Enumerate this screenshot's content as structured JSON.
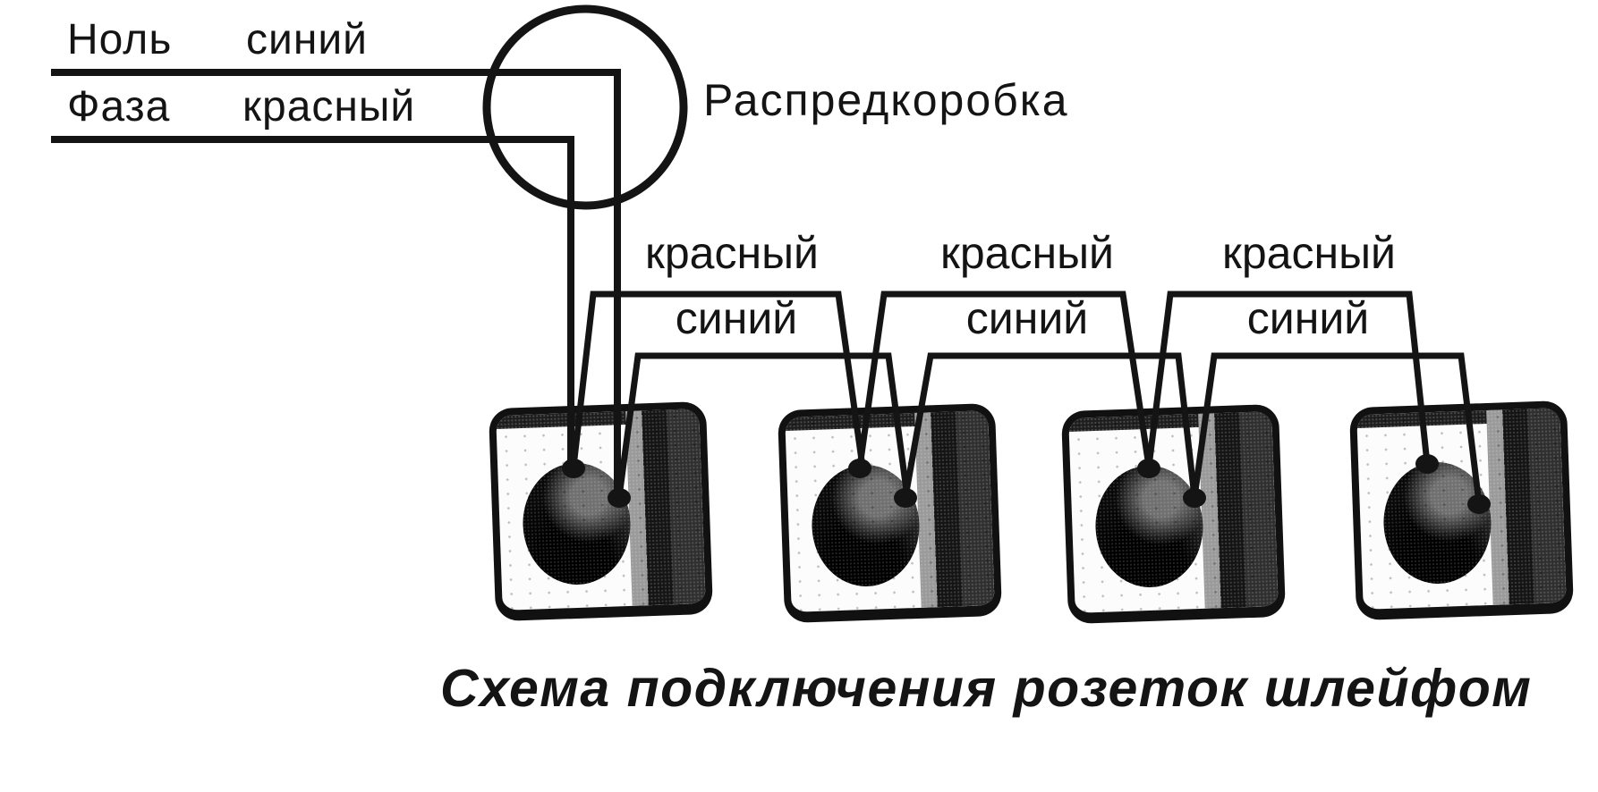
{
  "caption": "Схема подключения розеток шлейфом",
  "legend": {
    "neutral_name": "Ноль",
    "neutral_color": "синий",
    "phase_name": "Фаза",
    "phase_color": "красный"
  },
  "junction_box": {
    "label": "Распредкоробка"
  },
  "bridges": [
    {
      "phase_wire": "красный",
      "neutral_wire": "синий"
    },
    {
      "phase_wire": "красный",
      "neutral_wire": "синий"
    },
    {
      "phase_wire": "красный",
      "neutral_wire": "синий"
    }
  ],
  "sockets_count": 4,
  "colors": {
    "ink": "#141414",
    "background": "#ffffff"
  }
}
